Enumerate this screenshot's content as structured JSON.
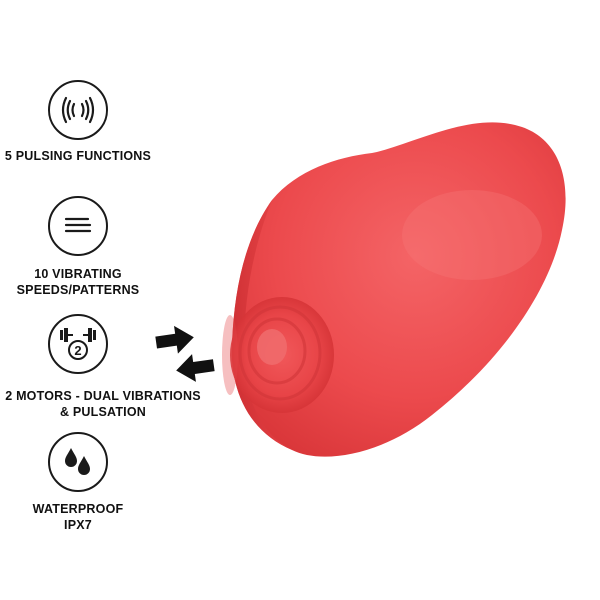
{
  "features": [
    {
      "icon": "pulse-waves-icon",
      "lines": [
        "5 PULSING FUNCTIONS"
      ]
    },
    {
      "icon": "speed-lines-icon",
      "lines": [
        "10 VIBRATING",
        "SPEEDS/PATTERNS"
      ]
    },
    {
      "icon": "dual-motor-icon",
      "badge": "2",
      "lines": [
        "2 MOTORS - DUAL VIBRATIONS",
        "& PULSATION"
      ]
    },
    {
      "icon": "water-drops-icon",
      "lines": [
        "WATERPROOF",
        "IPX7"
      ]
    }
  ],
  "colors": {
    "icon_stroke": "#1a1a1a",
    "label_text": "#111111",
    "product_red": "#ef4f52",
    "background": "#ffffff"
  }
}
